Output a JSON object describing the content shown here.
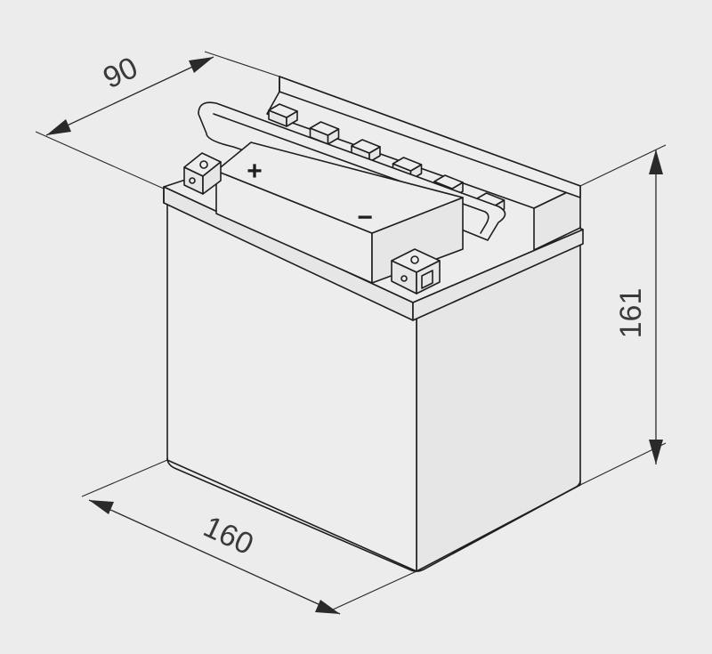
{
  "dimensions": {
    "length": "160",
    "width": "90",
    "height": "161"
  },
  "terminals": {
    "positive": "+",
    "negative": "−"
  },
  "colors": {
    "background": "#ececec",
    "lines": "#1e1e1e"
  }
}
